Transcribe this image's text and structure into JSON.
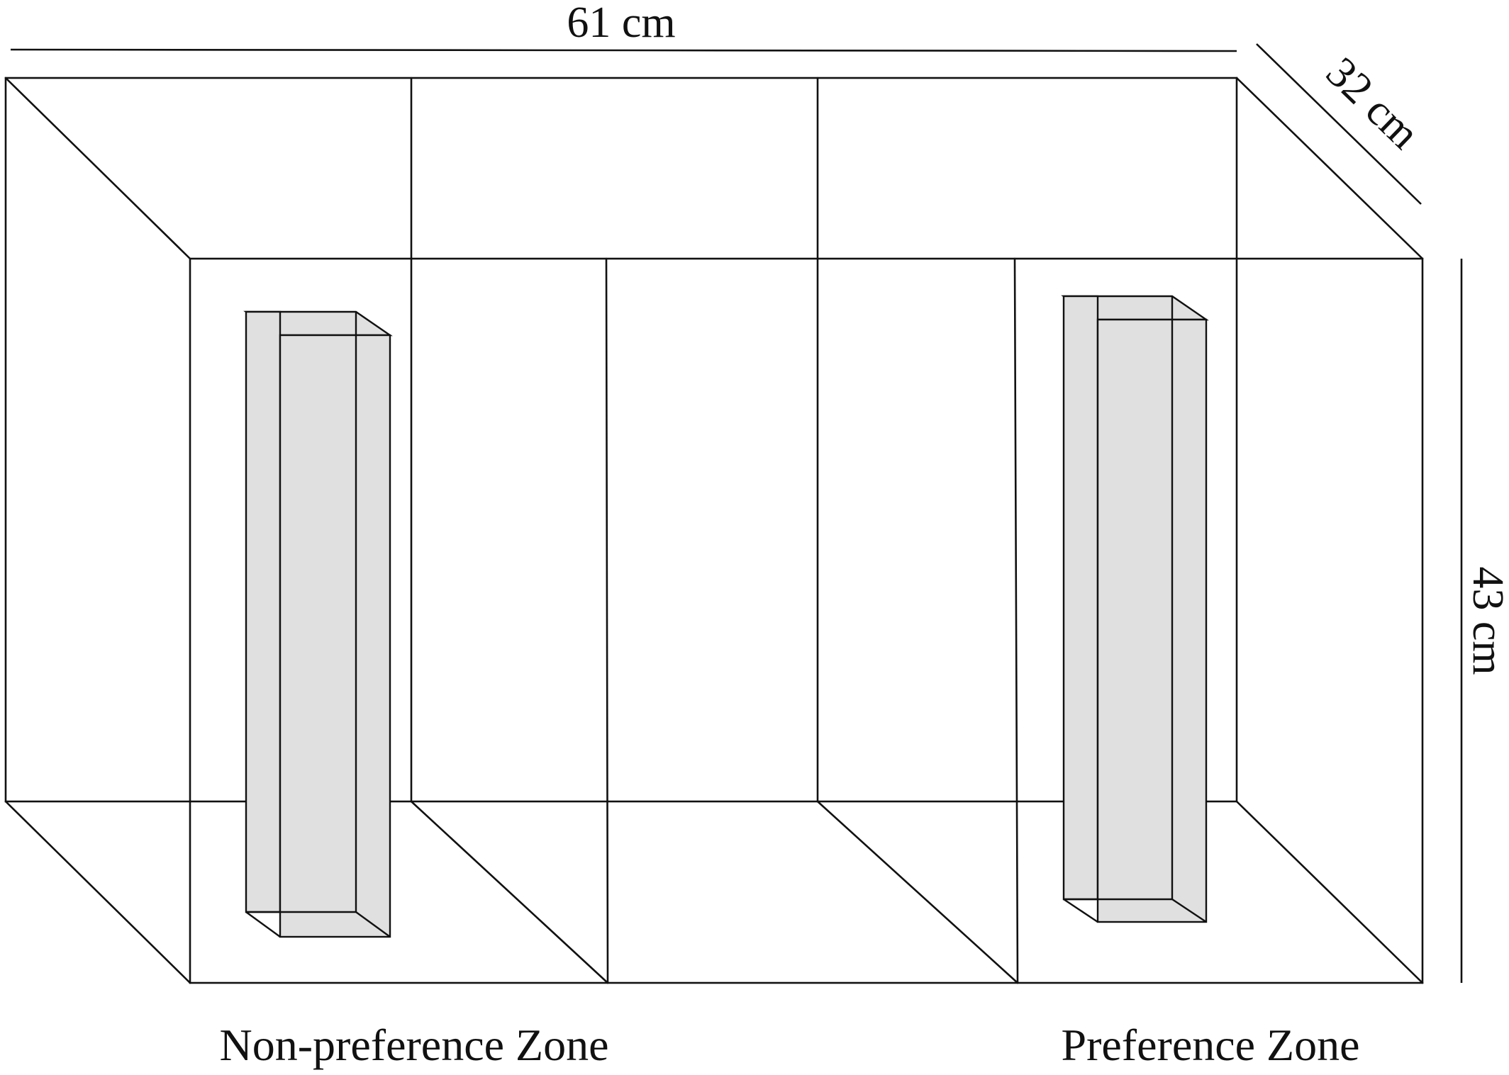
{
  "dimensions": {
    "width_label": "61 cm",
    "depth_label": "32 cm",
    "height_label": "43 cm"
  },
  "zones": {
    "left_label": "Non-preference Zone",
    "right_label": "Preference Zone"
  },
  "colors": {
    "line": "#111111",
    "cylinder_fill": "#e0e0e0",
    "background": "#ffffff"
  }
}
